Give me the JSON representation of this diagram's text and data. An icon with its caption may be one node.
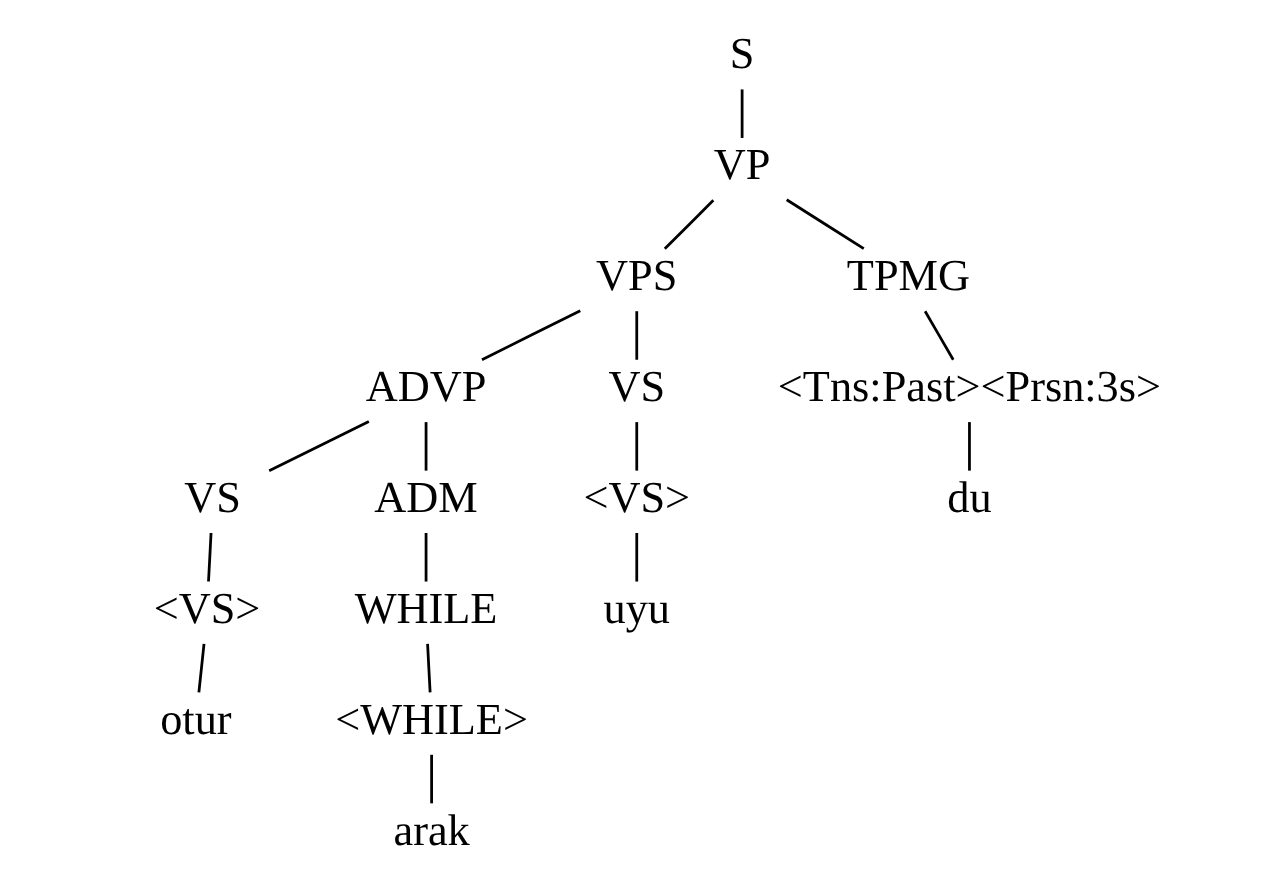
{
  "diagram": {
    "nodes": [
      {
        "text": [
          "S"
        ]
      },
      {
        "text": [
          "VP"
        ]
      },
      {
        "text": [
          "VPS"
        ]
      },
      {
        "text": [
          "TPMG"
        ]
      },
      {
        "text": [
          "ADVP"
        ]
      },
      {
        "text": [
          "VS"
        ]
      },
      {
        "text": [
          "<Tns:Past><Prsn:3s>"
        ]
      },
      {
        "text": [
          "VS"
        ]
      },
      {
        "text": [
          "ADM"
        ]
      },
      {
        "text": [
          "<VS>"
        ]
      },
      {
        "text": [
          "du"
        ]
      },
      {
        "text": [
          "<VS>"
        ]
      },
      {
        "text": [
          "WHILE"
        ]
      },
      {
        "text": [
          "uyu"
        ]
      },
      {
        "text": [
          "otur"
        ]
      },
      {
        "text": [
          "<WHILE>"
        ]
      },
      {
        "text": [
          "arak"
        ]
      }
    ],
    "edges": [
      {
        "from": 0,
        "to": 1,
        "arrow": "none"
      },
      {
        "from": 1,
        "to": 2,
        "arrow": "none"
      },
      {
        "from": 1,
        "to": 3,
        "arrow": "none"
      },
      {
        "from": 2,
        "to": 4,
        "arrow": "none"
      },
      {
        "from": 2,
        "to": 5,
        "arrow": "none"
      },
      {
        "from": 3,
        "to": 6,
        "arrow": "none"
      },
      {
        "from": 4,
        "to": 7,
        "arrow": "none"
      },
      {
        "from": 4,
        "to": 8,
        "arrow": "none"
      },
      {
        "from": 5,
        "to": 9,
        "arrow": "none"
      },
      {
        "from": 6,
        "to": 10,
        "arrow": "none"
      },
      {
        "from": 7,
        "to": 11,
        "arrow": "none"
      },
      {
        "from": 8,
        "to": 12,
        "arrow": "none"
      },
      {
        "from": 9,
        "to": 13,
        "arrow": "none"
      },
      {
        "from": 11,
        "to": 14,
        "arrow": "none"
      },
      {
        "from": 12,
        "to": 15,
        "arrow": "none"
      },
      {
        "from": 15,
        "to": 16,
        "arrow": "none"
      }
    ]
  }
}
